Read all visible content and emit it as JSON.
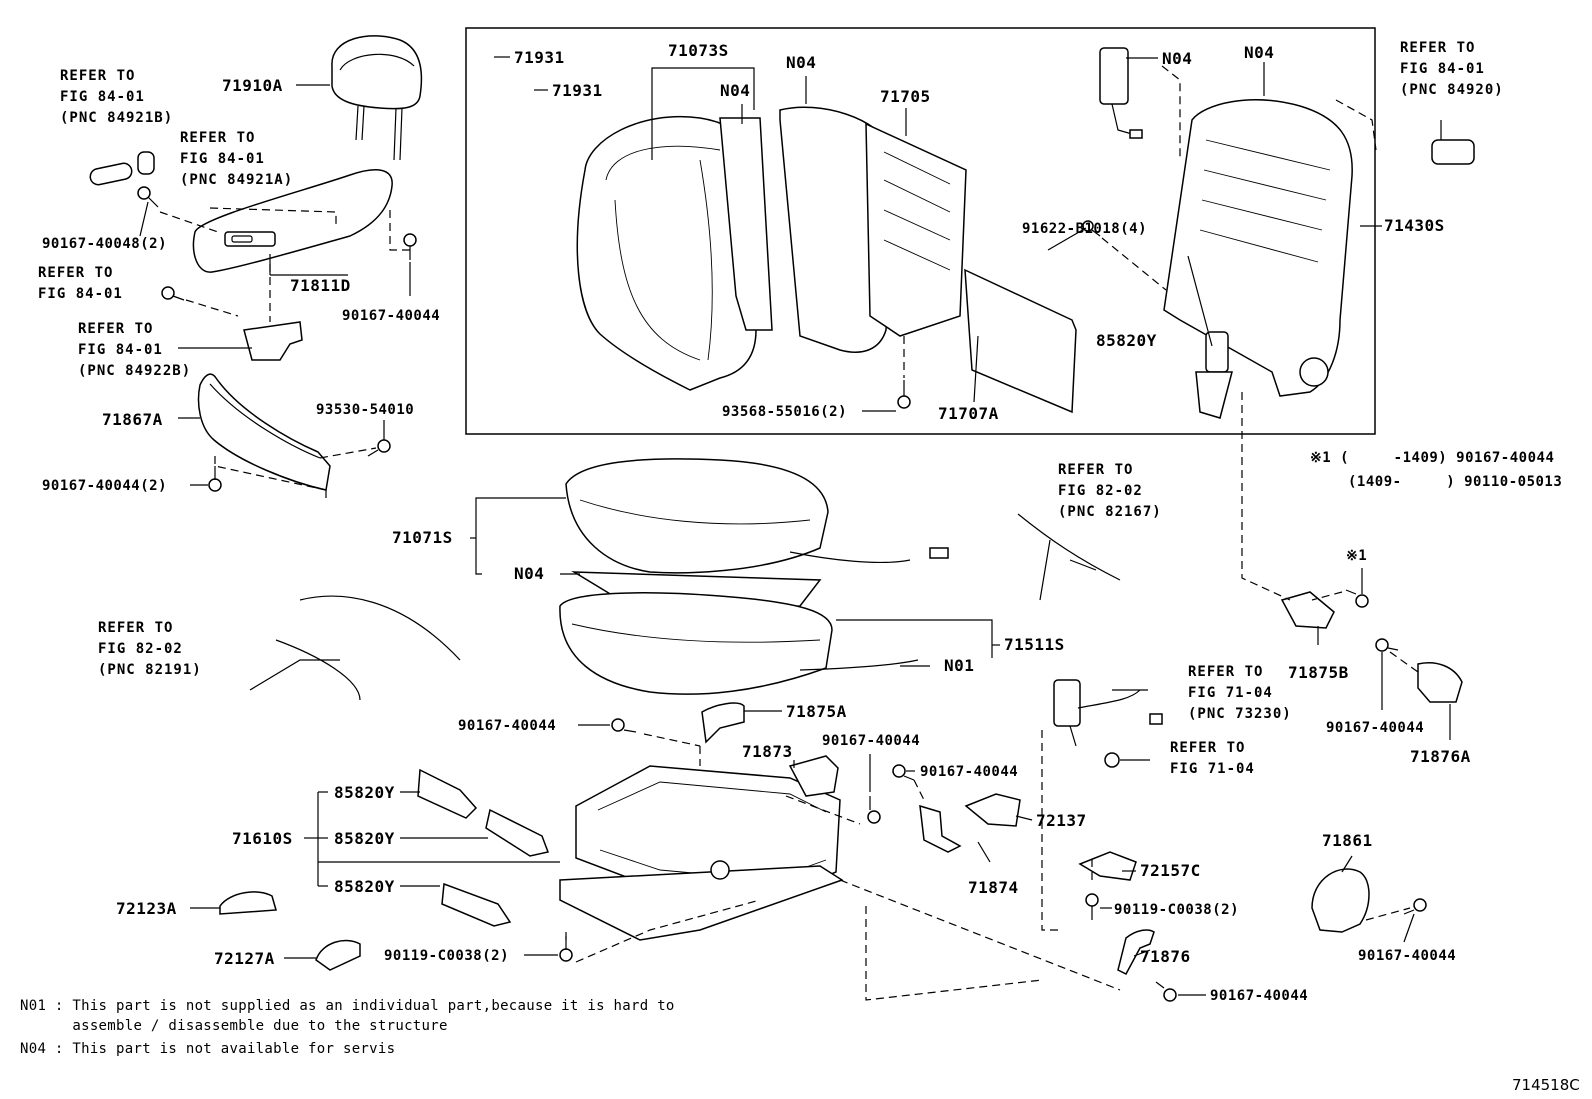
{
  "labels": {
    "p71931a": "71931",
    "p71931b": "71931",
    "p71073s": "71073S",
    "n04_cover": "N04",
    "n04_pad": "N04",
    "p71705": "71705",
    "n04_bag": "N04",
    "n04_frame": "N04",
    "p71910a": "71910A",
    "p71811d": "71811D",
    "p90167_40048_2": "90167-40048(2)",
    "p90167_40044_a": "90167-40044",
    "p93530_54010": "93530-54010",
    "p71867a": "71867A",
    "p90167_40044_2": "90167-40044(2)",
    "p91622_b1018_4": "91622-B1018(4)",
    "p85820y_back": "85820Y",
    "p93568_55016_2": "93568-55016(2)",
    "p71707a": "71707A",
    "p71430s": "71430S",
    "p71071s": "71071S",
    "n04_seat": "N04",
    "p71511s": "71511S",
    "n01": "N01",
    "p90167_40044_b": "90167-40044",
    "p71875a": "71875A",
    "p71873": "71873",
    "p90167_40044_c": "90167-40044",
    "p90167_40044_d": "90167-40044",
    "p72137": "72137",
    "p71874": "71874",
    "p85820y_1": "85820Y",
    "p85820y_2": "85820Y",
    "p85820y_3": "85820Y",
    "p71610s": "71610S",
    "p72123a": "72123A",
    "p72127a": "72127A",
    "p90119_c0038_a": "90119-C0038(2)",
    "p72157c": "72157C",
    "p90119_c0038_b": "90119-C0038(2)",
    "p71876": "71876",
    "p90167_40044_e": "90167-40044",
    "p71875b": "71875B",
    "p90167_40044_f": "90167-40044",
    "p71876a": "71876A",
    "p71861": "71861",
    "p90167_40044_g": "90167-40044",
    "star1": "※1"
  },
  "refs": {
    "r1": [
      "REFER TO",
      "FIG 84-01",
      "(PNC 84921B)"
    ],
    "r2": [
      "REFER TO",
      "FIG 84-01",
      "(PNC 84921A)"
    ],
    "r3": [
      "REFER TO",
      "FIG 84-01"
    ],
    "r4": [
      "REFER TO",
      "FIG 84-01",
      "(PNC 84922B)"
    ],
    "r5": [
      "REFER TO",
      "FIG 84-01",
      "(PNC 84920)"
    ],
    "r6": [
      "REFER TO",
      "FIG 82-02",
      "(PNC 82167)"
    ],
    "r7": [
      "REFER TO",
      "FIG 82-02",
      "(PNC 82191)"
    ],
    "r8": [
      "REFER TO",
      "FIG 71-04",
      "(PNC 73230)"
    ],
    "r9": [
      "REFER TO",
      "FIG 71-04"
    ]
  },
  "star_note": {
    "line1": "※1 (     -1409) 90167-40044",
    "line2": "(1409-     ) 90110-05013"
  },
  "notes": {
    "n01_line1": "N01 : This part is not supplied as an individual part,because it is hard to",
    "n01_line2": "      assemble / disassemble due to the structure",
    "n04_line": "N04 : This part is not available for servis"
  },
  "diagram_code": "714518C"
}
